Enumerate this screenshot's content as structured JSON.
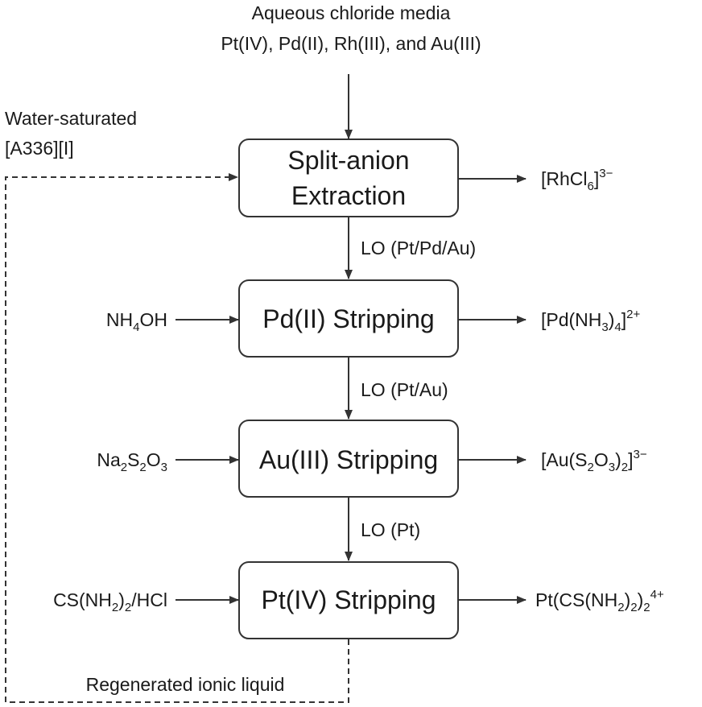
{
  "source": {
    "line1": "Aqueous chloride media",
    "line2": "Pt(IV), Pd(II), Rh(III), and Au(III)"
  },
  "recycle": {
    "solvent_line1": "Water-saturated",
    "solvent_line2": "[A336][I]",
    "bottom_label": "Regenerated ionic liquid"
  },
  "stages": [
    {
      "name_lines": [
        "Split-anion",
        "Extraction"
      ],
      "input": "",
      "output": {
        "base": "[RhCl",
        "sub": "6",
        "tail": "]",
        "sup": "3−"
      },
      "loaded_organic": "LO (Pt/Pd/Au)"
    },
    {
      "name_lines": [
        "Pd(II) Stripping"
      ],
      "input": {
        "parts": [
          [
            "NH",
            ""
          ],
          [
            "4",
            "sub"
          ],
          [
            "OH",
            ""
          ]
        ]
      },
      "output": {
        "parts": [
          [
            "[Pd(NH",
            ""
          ],
          [
            "3",
            "sub"
          ],
          [
            ")",
            ""
          ],
          [
            "4",
            "sub"
          ],
          [
            "]",
            ""
          ],
          [
            "2+",
            "sup"
          ]
        ]
      },
      "loaded_organic": "LO (Pt/Au)"
    },
    {
      "name_lines": [
        "Au(III) Stripping"
      ],
      "input": {
        "parts": [
          [
            "Na",
            ""
          ],
          [
            "2",
            "sub"
          ],
          [
            "S",
            ""
          ],
          [
            "2",
            "sub"
          ],
          [
            "O",
            ""
          ],
          [
            "3",
            "sub"
          ]
        ]
      },
      "output": {
        "parts": [
          [
            "[Au(S",
            ""
          ],
          [
            "2",
            "sub"
          ],
          [
            "O",
            ""
          ],
          [
            "3",
            "sub"
          ],
          [
            ")",
            ""
          ],
          [
            "2",
            "sub"
          ],
          [
            "]",
            ""
          ],
          [
            "3−",
            "sup"
          ]
        ]
      },
      "loaded_organic": "LO (Pt)"
    },
    {
      "name_lines": [
        "Pt(IV) Stripping"
      ],
      "input": {
        "parts": [
          [
            "CS(NH",
            ""
          ],
          [
            "2",
            "sub"
          ],
          [
            ")",
            ""
          ],
          [
            "2",
            "sub"
          ],
          [
            "/HCl",
            ""
          ]
        ]
      },
      "output": {
        "parts": [
          [
            "Pt(CS(NH",
            ""
          ],
          [
            "2",
            "sub"
          ],
          [
            ")",
            ""
          ],
          [
            "2",
            "sub"
          ],
          [
            ")",
            ""
          ],
          [
            "2",
            "sub"
          ],
          [
            "4+",
            "sup"
          ]
        ]
      }
    }
  ]
}
